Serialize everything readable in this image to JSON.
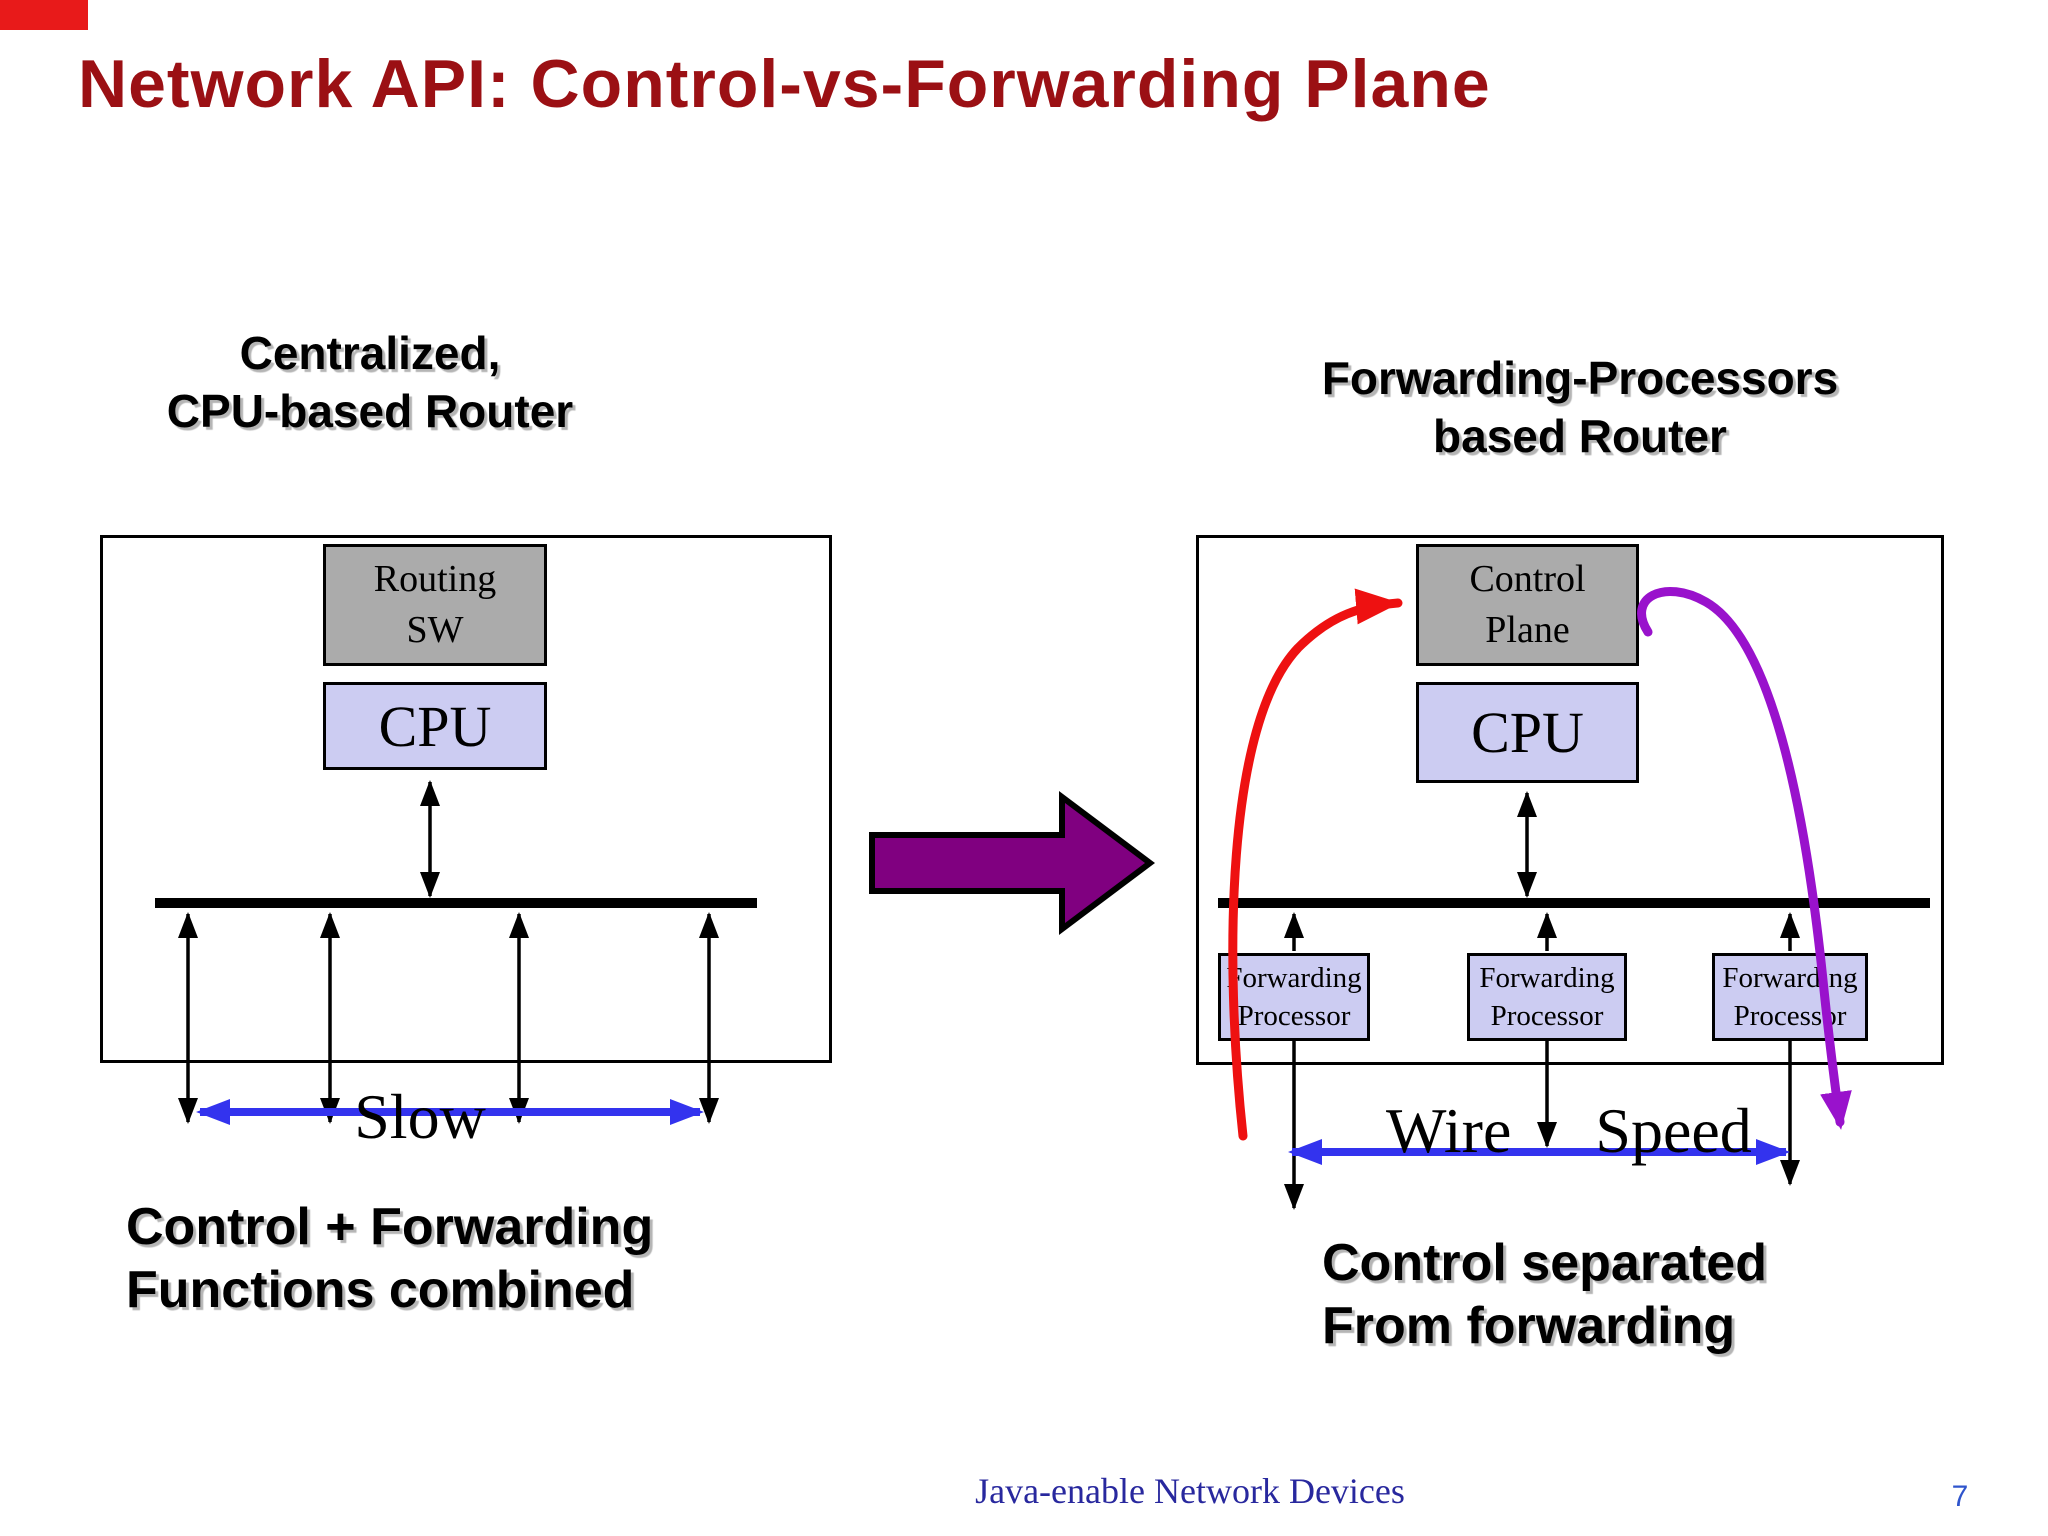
{
  "slide": {
    "title": "Network API: Control-vs-Forwarding Plane",
    "footer": "Java-enable Network Devices",
    "page_number": "7",
    "colors": {
      "title_red": "#9b1014",
      "corner_red": "#e81a1a",
      "box_gray": "#ababab",
      "box_lavender": "#ccccf2",
      "bus_black": "#000000",
      "speed_arrow_blue": "#3333ee",
      "block_arrow_purple": "#800080",
      "curve_red": "#ee1111",
      "curve_purple": "#9912cc",
      "footer_blue": "#28289e"
    }
  },
  "left": {
    "heading_line1": "Centralized,",
    "heading_line2": "CPU-based Router",
    "routing_sw_line1": "Routing",
    "routing_sw_line2": "SW",
    "cpu": "CPU",
    "speed_label": "Slow",
    "caption_line1": "Control + Forwarding",
    "caption_line2": "Functions combined"
  },
  "right": {
    "heading_line1": "Forwarding-Processors",
    "heading_line2": "based Router",
    "control_plane_line1": "Control",
    "control_plane_line2": "Plane",
    "cpu": "CPU",
    "fp_line1": "Forwarding",
    "fp_line2": "Processor",
    "speed_word1": "Wire",
    "speed_word2": "Speed",
    "caption_line1": "Control separated",
    "caption_line2": "From forwarding"
  }
}
